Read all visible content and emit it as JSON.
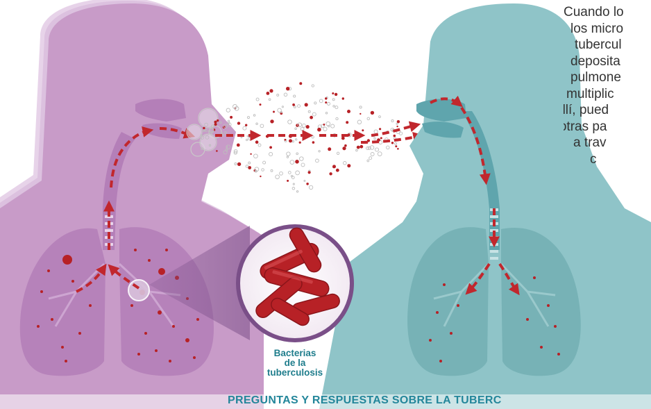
{
  "description_lines": [
    "Cuando lo",
    "los micro",
    "tubercul",
    "deposita",
    "pulmone",
    "multiplic",
    "allí, pued",
    "a otras pa",
    "a trav",
    "c"
  ],
  "bacteria_label_lines": [
    "Bacterias",
    "de la",
    "tuberculosis"
  ],
  "footer_title": "PREGUNTAS Y RESPUESTAS SOBRE LA TUBERC",
  "colors": {
    "infected_person": "#c89bc8",
    "infected_lungs": "#b47fb8",
    "healthy_person": "#8fc4c8",
    "healthy_lungs": "#77b2b6",
    "arrow": "#c1272d",
    "bacteria": "#b72126",
    "label": "#1f7d8c",
    "footer": "#23869a"
  },
  "icons": [
    "dashed-arrow-icon",
    "bacteria-cluster-icon",
    "airborne-droplets-icon"
  ]
}
